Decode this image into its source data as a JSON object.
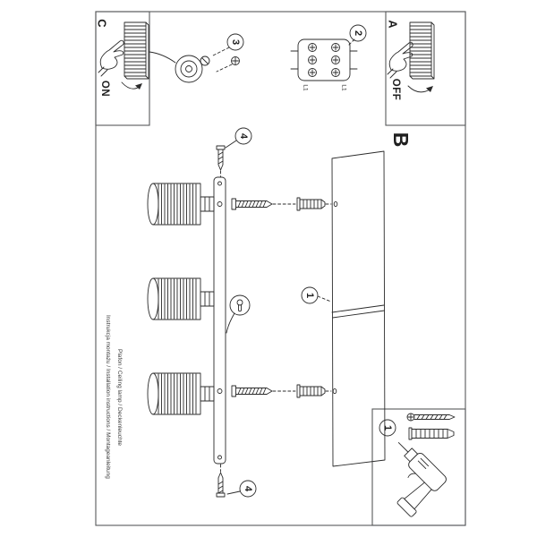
{
  "sheet": {
    "sections": {
      "a": "A",
      "b": "B",
      "c": "C"
    },
    "switch_states": {
      "on": "ON",
      "off": "OFF"
    },
    "steps": {
      "one": "1",
      "two": "2",
      "three": "3",
      "four": "4"
    },
    "terminals": {
      "left": "L1",
      "right": "L1"
    },
    "footer": {
      "title_line": "Instrukcja montażu / Installation instructions / Montageanleitung",
      "product_line": "Plafon / Ceiling lamp / Deckenleuchte"
    },
    "colors": {
      "ink": "#2b2b2b",
      "frame": "#58595b",
      "paper": "#ffffff"
    },
    "icons": [
      "pointing-hand-icon",
      "rocker-switch-icon",
      "rotate-arrow-icon",
      "cable-connector-icon",
      "connector-screw-icon",
      "terminal-block-icon",
      "lamp-shade",
      "mount-screw-plug",
      "end-screw",
      "keyhole-detail",
      "ceiling-panel",
      "power-drill-icon",
      "hardware-screw-icon",
      "wall-plug-icon"
    ]
  }
}
